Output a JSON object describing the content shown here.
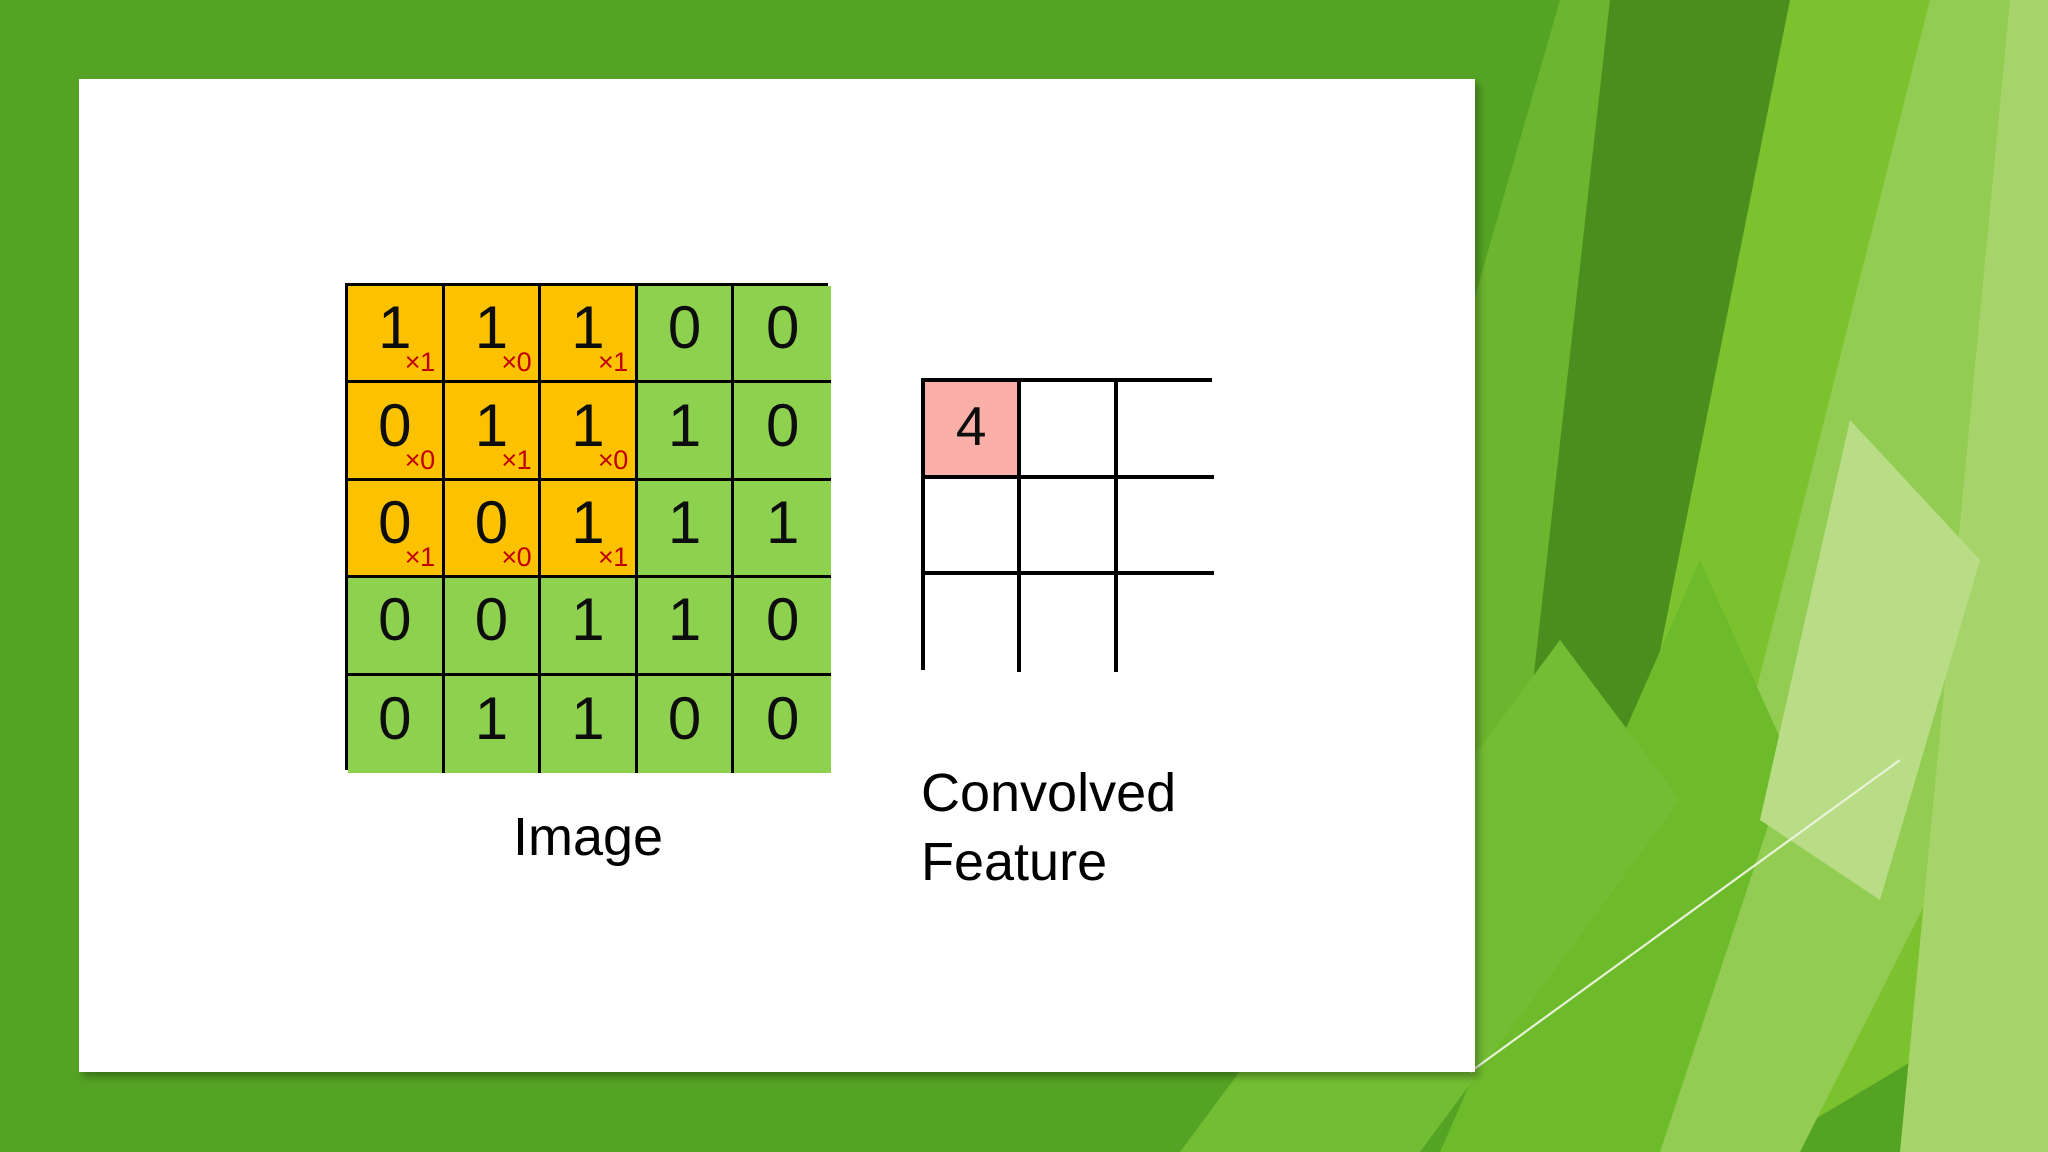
{
  "slide": {
    "background_color": "#55a325",
    "panel_color": "#ffffff",
    "theme_name": "facet-green"
  },
  "palette": {
    "kernel_cell": "#fcc200",
    "plain_cell": "#8dd14f",
    "highlight_cell": "#faafa8",
    "multiplier_text": "#c00000",
    "value_text": "#0d0d0d",
    "border": "#000000"
  },
  "image_matrix": {
    "rows": 5,
    "cols": 5,
    "values": [
      [
        "1",
        "1",
        "1",
        "0",
        "0"
      ],
      [
        "0",
        "1",
        "1",
        "1",
        "0"
      ],
      [
        "0",
        "0",
        "1",
        "1",
        "1"
      ],
      [
        "0",
        "0",
        "1",
        "1",
        "0"
      ],
      [
        "0",
        "1",
        "1",
        "0",
        "0"
      ]
    ],
    "kernel_overlay": {
      "rows": 3,
      "cols": 3,
      "origin_row": 0,
      "origin_col": 0,
      "multipliers": [
        [
          "×1",
          "×0",
          "×1"
        ],
        [
          "×0",
          "×1",
          "×0"
        ],
        [
          "×1",
          "×0",
          "×1"
        ]
      ]
    },
    "caption": "Image"
  },
  "convolved_feature": {
    "rows": 3,
    "cols": 3,
    "values": [
      [
        "4",
        "",
        ""
      ],
      [
        "",
        "",
        ""
      ],
      [
        "",
        "",
        ""
      ]
    ],
    "highlight_row": 0,
    "highlight_col": 0,
    "caption_lines": [
      "Convolved",
      "Feature"
    ]
  }
}
